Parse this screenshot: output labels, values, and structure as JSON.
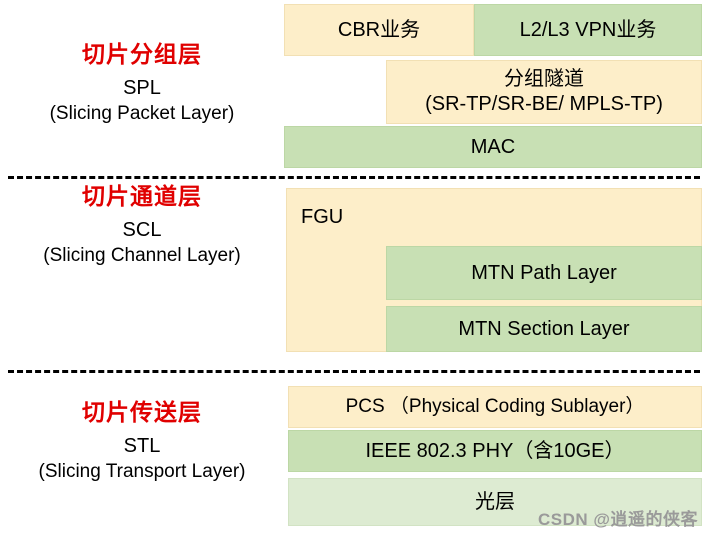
{
  "layers": [
    {
      "cn_title": "切片分组层",
      "abbr": "SPL",
      "full": "(Slicing Packet Layer)",
      "boxes": [
        {
          "label": "CBR业务",
          "color": "#fdeec9"
        },
        {
          "label": "L2/L3 VPN业务",
          "color": "#c8e0b4"
        },
        {
          "label": "分组隧道\n(SR-TP/SR-BE/ MPLS-TP)",
          "line1": "分组隧道",
          "line2": "(SR-TP/SR-BE/ MPLS-TP)",
          "color": "#fdeec9"
        },
        {
          "label": "MAC",
          "color": "#c8e0b4"
        }
      ]
    },
    {
      "cn_title": "切片通道层",
      "abbr": "SCL",
      "full": "(Slicing Channel Layer)",
      "boxes": [
        {
          "label": "FGU",
          "color": "#fdeec9"
        },
        {
          "label": "MTN Path Layer",
          "color": "#c8e0b4"
        },
        {
          "label": "MTN Section Layer",
          "color": "#c8e0b4"
        }
      ]
    },
    {
      "cn_title": "切片传送层",
      "abbr": "STL",
      "full": "(Slicing Transport Layer)",
      "boxes": [
        {
          "label": "PCS （Physical Coding Sublayer）",
          "color": "#fdeec9"
        },
        {
          "label": "IEEE 802.3 PHY（含10GE）",
          "color": "#c8e0b4"
        },
        {
          "label": "光层",
          "color": "#ddebd2"
        }
      ]
    }
  ],
  "watermark": "CSDN @逍遥的侠客"
}
